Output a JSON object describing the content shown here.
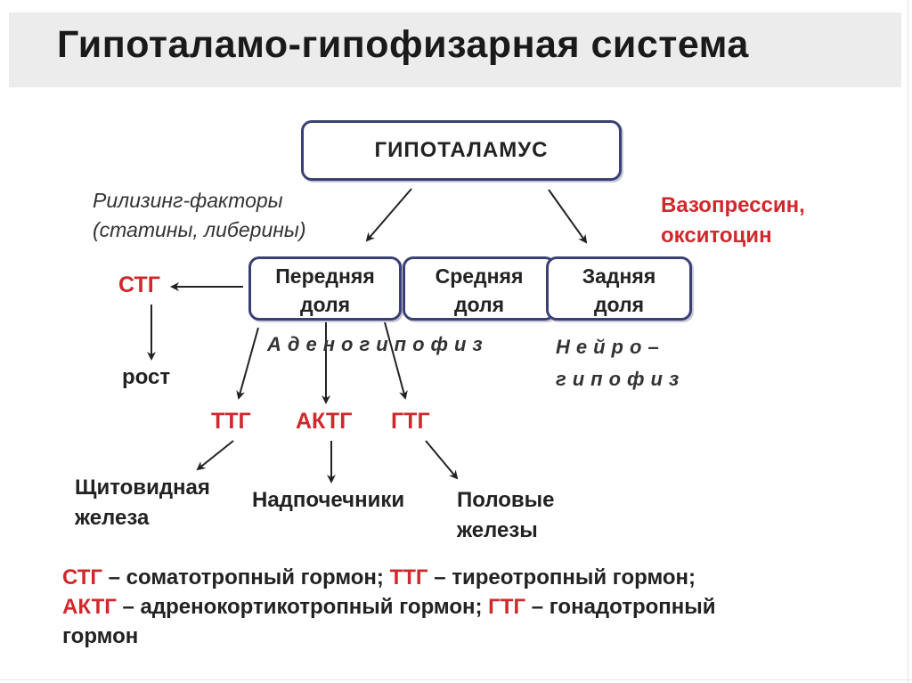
{
  "title": "Гипоталамо-гипофизарная система",
  "hypothalamus": "ГИПОТАЛАМУС",
  "releasing": {
    "line1": "Рилизинг-факторы",
    "line2": "(статины, либерины)"
  },
  "neuro_hormones": {
    "line1": "Вазопрессин,",
    "line2": "окситоцин"
  },
  "lobes": [
    {
      "line1": "Передняя",
      "line2": "доля"
    },
    {
      "line1": "Средняя",
      "line2": "доля"
    },
    {
      "line1": "Задняя",
      "line2": "доля"
    }
  ],
  "stg": "СТГ",
  "growth": "рост",
  "adeno": "Аденогипофиз",
  "neuro": {
    "line1": "Нейро–",
    "line2": "гипофиз"
  },
  "hormones": [
    "ТТГ",
    "АКТГ",
    "ГТГ"
  ],
  "targets": [
    {
      "line1": "Щитовидная",
      "line2": "железа"
    },
    {
      "line1": "Надпочечники",
      "line2": ""
    },
    {
      "line1": "Половые",
      "line2": "железы"
    }
  ],
  "legend": {
    "abbr1": "СТГ",
    "def1": " – соматотропный гормон; ",
    "abbr2": "ТТГ",
    "def2": " – тиреотропный гормон;",
    "abbr3": "АКТГ",
    "def3": " – адренокортикотропный гормон; ",
    "abbr4": "ГТГ",
    "def4": " – гонадотропный",
    "line3": "гормон"
  },
  "colors": {
    "accent_red": "#d0282c",
    "box_border": "#3a3f74",
    "title_bg": "#ececec"
  }
}
